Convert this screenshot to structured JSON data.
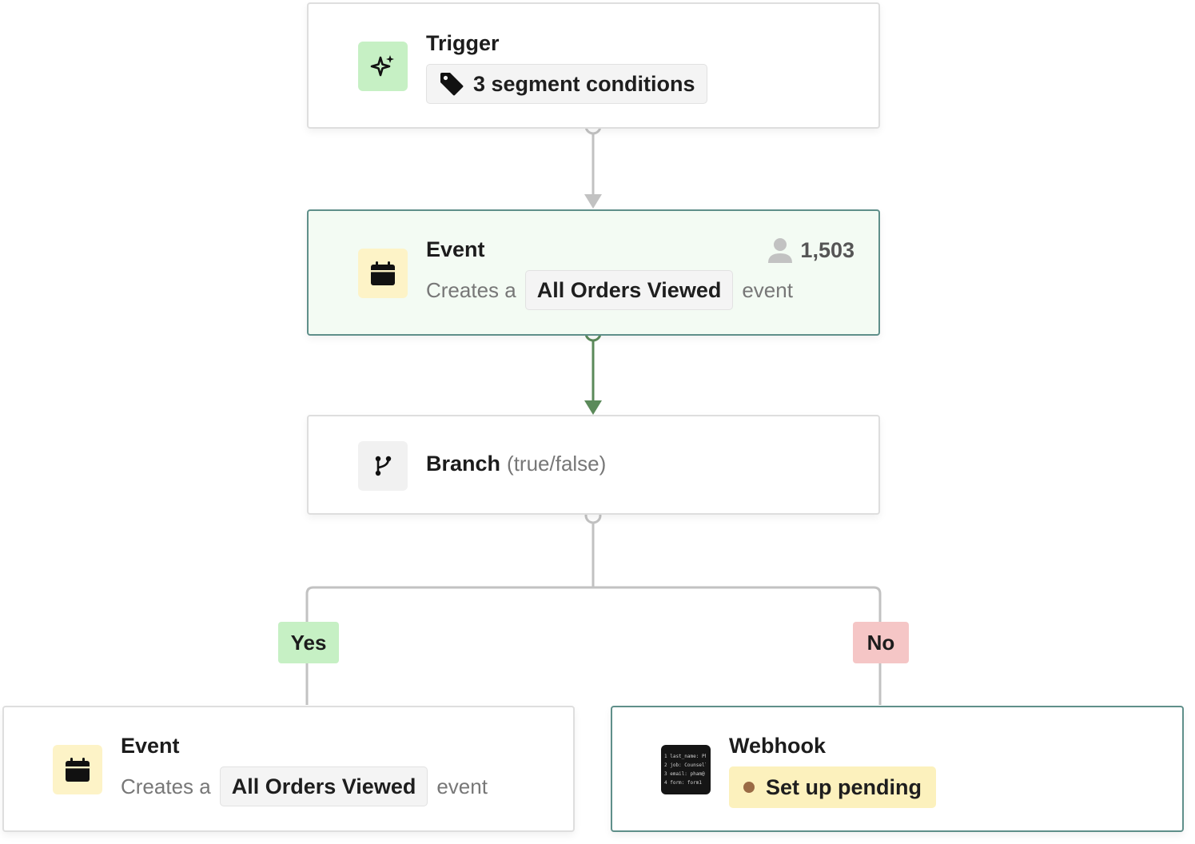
{
  "trigger": {
    "title": "Trigger",
    "chip_label": "3 segment conditions",
    "icon": "sparkles-icon",
    "chip_icon": "tag-icon"
  },
  "event_main": {
    "title": "Event",
    "prefix": "Creates a",
    "chip_label": "All Orders Viewed",
    "suffix": "event",
    "count": "1,503",
    "icon": "calendar-icon",
    "count_icon": "user-icon"
  },
  "branch": {
    "title": "Branch",
    "subtitle": "(true/false)",
    "icon": "git-branch-icon"
  },
  "labels": {
    "yes": "Yes",
    "no": "No"
  },
  "event_yes": {
    "title": "Event",
    "prefix": "Creates a",
    "chip_label": "All Orders Viewed",
    "suffix": "event",
    "icon": "calendar-icon"
  },
  "webhook": {
    "title": "Webhook",
    "status": "Set up pending",
    "icon": "code-snippet-icon",
    "code_lines": [
      "1  last_name: Ph",
      "2  job: Counsell",
      "3  email: pham@",
      "4  form: form1"
    ]
  },
  "colors": {
    "active_border": "#5f8f8a",
    "active_bg": "#f3fbf3",
    "active_connector": "#5b8a5a",
    "connector": "#c2c2c2",
    "yes_bg": "#c6f0c4",
    "no_bg": "#f5c6c6",
    "pending_bg": "#fcf1bd",
    "pending_dot": "#9a6b45"
  }
}
